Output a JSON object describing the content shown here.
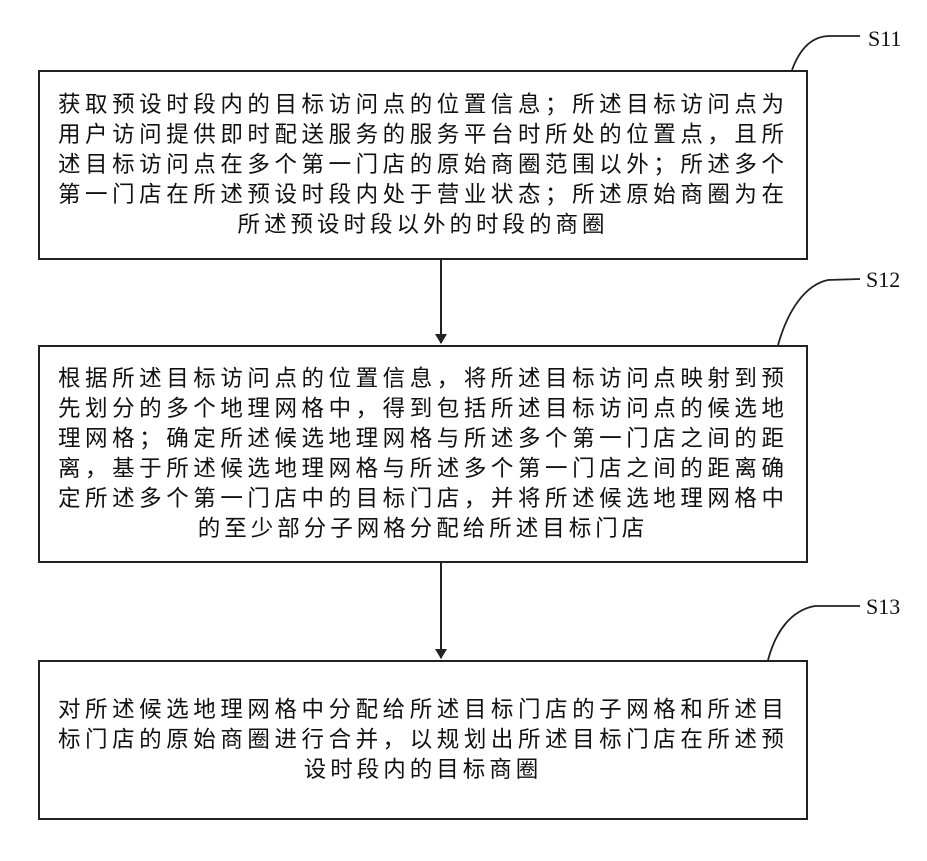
{
  "steps": [
    {
      "id": "S11",
      "text": "获取预设时段内的目标访问点的位置信息；所述目标访问点为用户访问提供即时配送服务的服务平台时所处的位置点，且所述目标访问点在多个第一门店的原始商圈范围以外；所述多个第一门店在所述预设时段内处于营业状态；所述原始商圈为在所述预设时段以外的时段的商圈"
    },
    {
      "id": "S12",
      "text": "根据所述目标访问点的位置信息，将所述目标访问点映射到预先划分的多个地理网格中，得到包括所述目标访问点的候选地理网格；确定所述候选地理网格与所述多个第一门店之间的距离，基于所述候选地理网格与所述多个第一门店之间的距离确定所述多个第一门店中的目标门店，并将所述候选地理网格中的至少部分子网格分配给所述目标门店"
    },
    {
      "id": "S13",
      "text": "对所述候选地理网格中分配给所述目标门店的子网格和所述目标门店的原始商圈进行合并，以规划出所述目标门店在所述预设时段内的目标商圈"
    }
  ]
}
